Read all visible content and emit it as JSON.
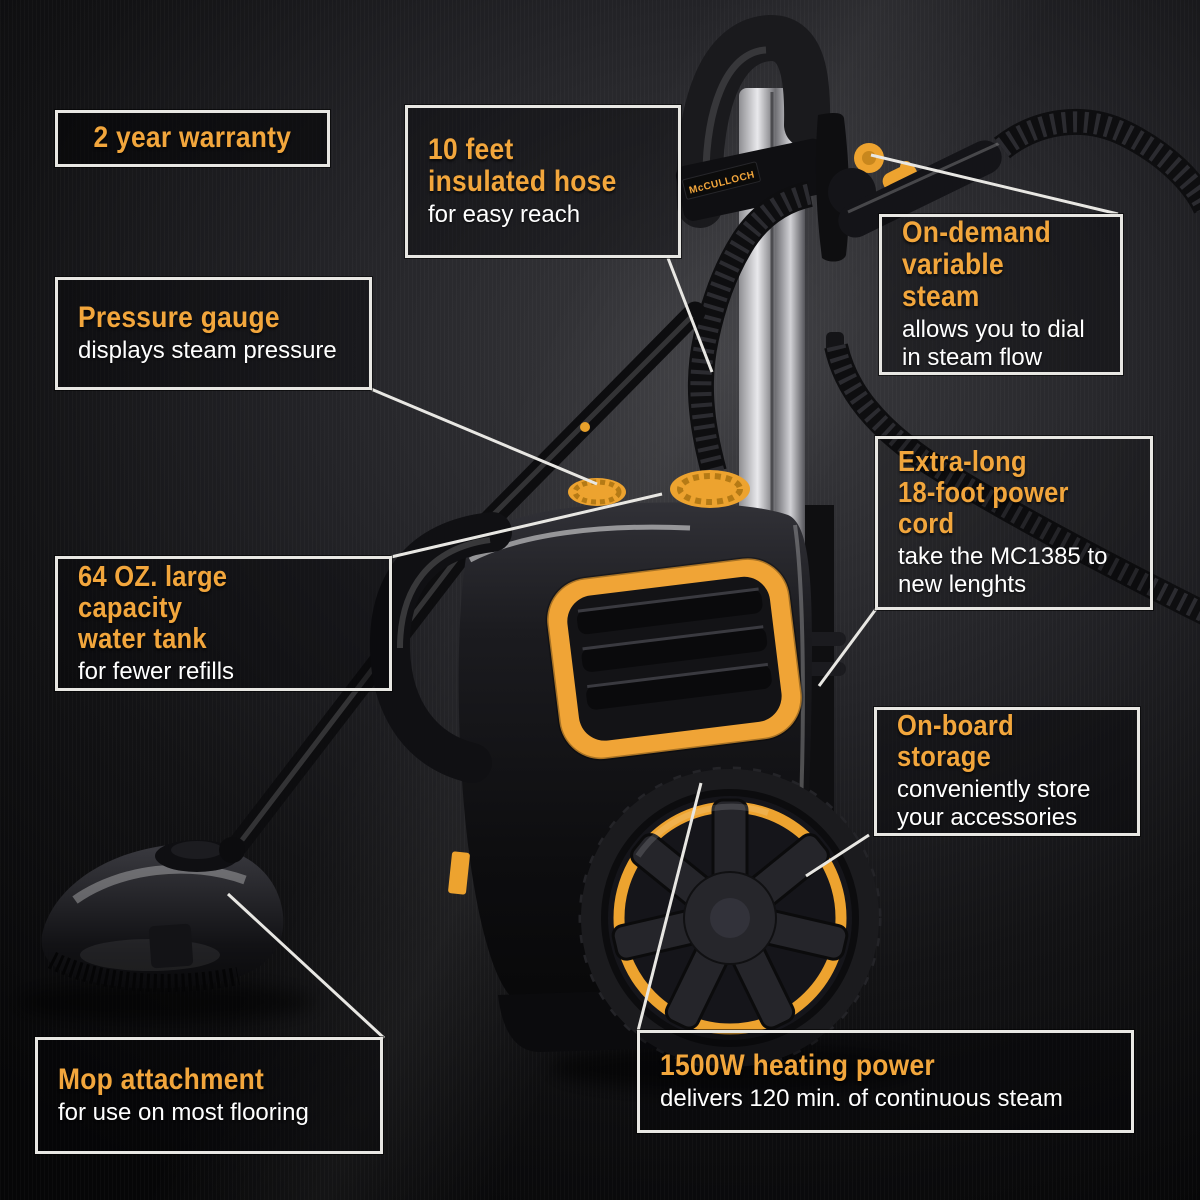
{
  "brand": "McCULLOCH",
  "model": "MC1385",
  "theme": {
    "accent": "#F2A63C",
    "body_text": "#FFFFFF",
    "box_border": "#E8E7E3",
    "leader_line": "#E8E7E3",
    "background": "#0B0B0D",
    "product_yellow": "#EDA32F"
  },
  "callouts": [
    {
      "id": "warranty",
      "title": "2 year warranty",
      "desc": ""
    },
    {
      "id": "insulated-hose",
      "title": "10 feet\ninsulated hose",
      "desc": "for easy reach"
    },
    {
      "id": "variable-steam",
      "title": "On-demand\nvariable steam",
      "desc": "allows you to dial\nin steam flow"
    },
    {
      "id": "pressure-gauge",
      "title": "Pressure gauge",
      "desc": "displays steam pressure"
    },
    {
      "id": "power-cord",
      "title": "Extra-long\n18-foot power cord",
      "desc": "take the MC1385 to\nnew lenghts"
    },
    {
      "id": "water-tank",
      "title": "64 OZ. large capacity\nwater tank",
      "desc": "for fewer refills"
    },
    {
      "id": "storage",
      "title": "On-board storage",
      "desc": "conveniently store\nyour accessories"
    },
    {
      "id": "mop",
      "title": "Mop attachment",
      "desc": "for use on most flooring"
    },
    {
      "id": "heating",
      "title": "1500W heating power",
      "desc": "delivers 120 min. of continuous steam"
    }
  ]
}
